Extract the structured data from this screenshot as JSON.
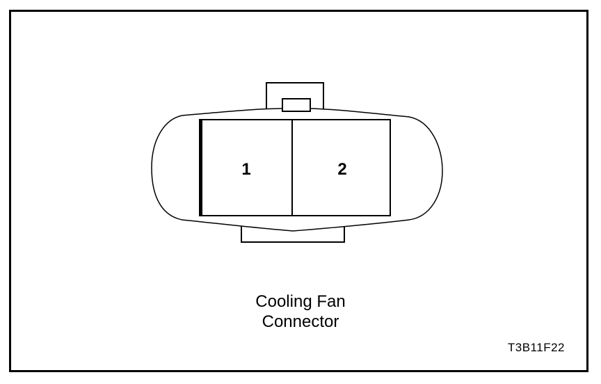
{
  "diagram": {
    "pins": [
      {
        "label": "1"
      },
      {
        "label": "2"
      }
    ],
    "caption_line1": "Cooling Fan",
    "caption_line2": "Connector",
    "figure_id": "T3B11F22"
  }
}
